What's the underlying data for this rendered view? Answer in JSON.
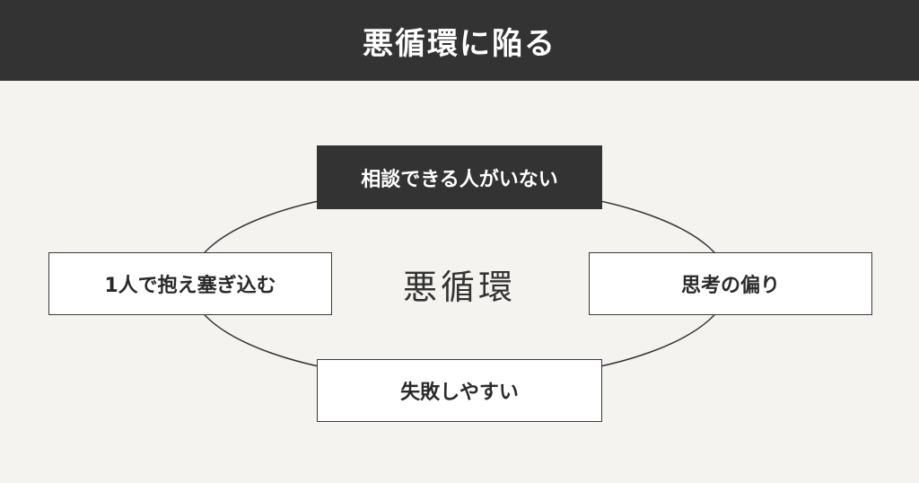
{
  "header": {
    "title": "悪循環に陥る"
  },
  "diagram": {
    "center_label": "悪循環",
    "nodes": {
      "top": "相談できる人がいない",
      "right": "思考の偏り",
      "bottom": "失敗しやすい",
      "left": "1人で抱え塞ぎ込む"
    }
  },
  "colors": {
    "header_bg": "#333333",
    "page_bg": "#f4f3ef",
    "highlight_node_bg": "#333333",
    "node_bg": "#ffffff",
    "line": "#333333"
  }
}
